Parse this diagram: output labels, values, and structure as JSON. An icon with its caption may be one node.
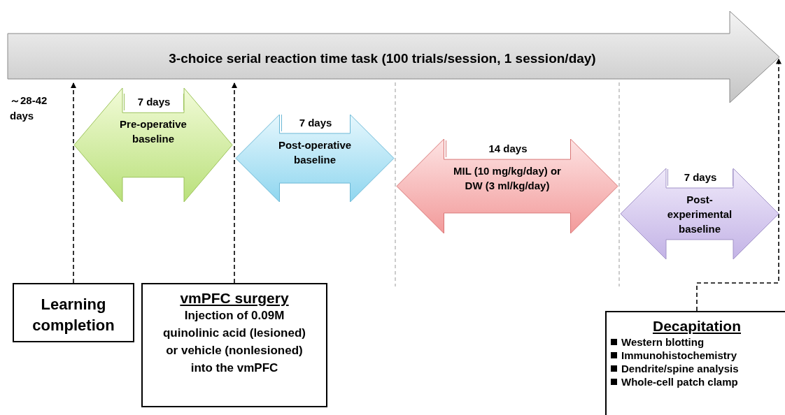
{
  "diagram": {
    "nodes": [
      {
        "text": [
          "3-choice serial reaction time task (100 trials/session, 1 session/day)"
        ]
      },
      {
        "text": [
          "7 days",
          "Pre-operative baseline"
        ]
      },
      {
        "text": [
          "7 days",
          "Post-operative baseline"
        ]
      },
      {
        "text": [
          "14 days",
          "MIL (10 mg/kg/day) or DW (3 ml/kg/day)"
        ]
      },
      {
        "text": [
          "7 days",
          "Post-experimental baseline"
        ]
      },
      {
        "text": [
          "Learning completion"
        ]
      },
      {
        "text": [
          "vmPFC surgery",
          "Injection of 0.09M quinolinic acid (lesioned) or vehicle (nonlesioned) into the vmPFC"
        ]
      },
      {
        "text": [
          "Decapitation",
          "Western blotting",
          "Immunohistochemistry",
          "Dendrite/spine analysis",
          "Whole-cell patch clamp"
        ]
      }
    ],
    "edges": [
      {
        "from": 5,
        "to": 0,
        "arrow": "to",
        "style": "dashed"
      },
      {
        "from": 6,
        "to": 0,
        "arrow": "to",
        "style": "dashed"
      },
      {
        "from": 7,
        "to": 0,
        "arrow": "to",
        "style": "dashed"
      }
    ],
    "labels": [
      "～28-42 days"
    ]
  }
}
